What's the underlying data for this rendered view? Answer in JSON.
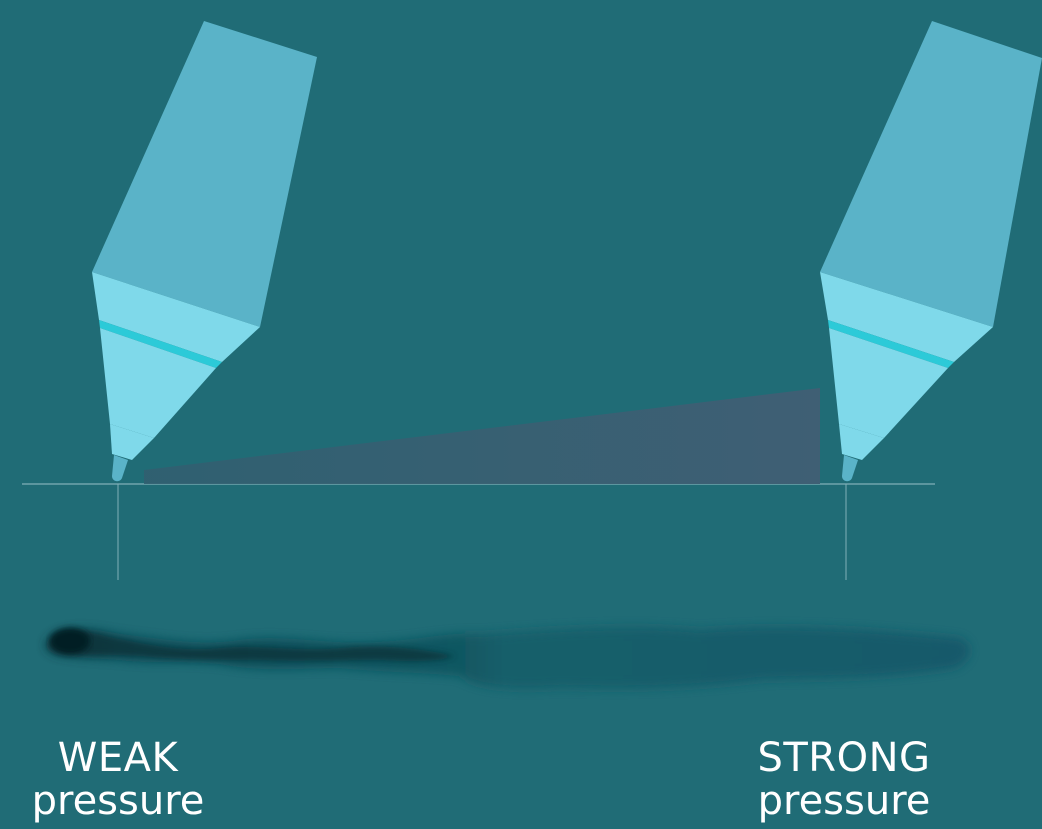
{
  "labels": {
    "weak": {
      "title": "WEAK",
      "subtitle": "pressure"
    },
    "strong": {
      "title": "STRONG",
      "subtitle": "pressure"
    }
  },
  "icons": {
    "left_pen": "stylus-pen-icon",
    "right_pen": "stylus-pen-icon"
  },
  "colors": {
    "background": "#206c76",
    "pen_body": "#5ab3c8",
    "pen_collar": "#7fd9ea",
    "pen_ring": "#2ccad8",
    "pressure_wedge": "#3e5f74",
    "guide_line": "#7fb0b8",
    "stroke_dark": "#0b3a44",
    "stroke_light": "#175f6b"
  },
  "pressure": {
    "weak_level": 0.05,
    "strong_level": 1.0
  }
}
